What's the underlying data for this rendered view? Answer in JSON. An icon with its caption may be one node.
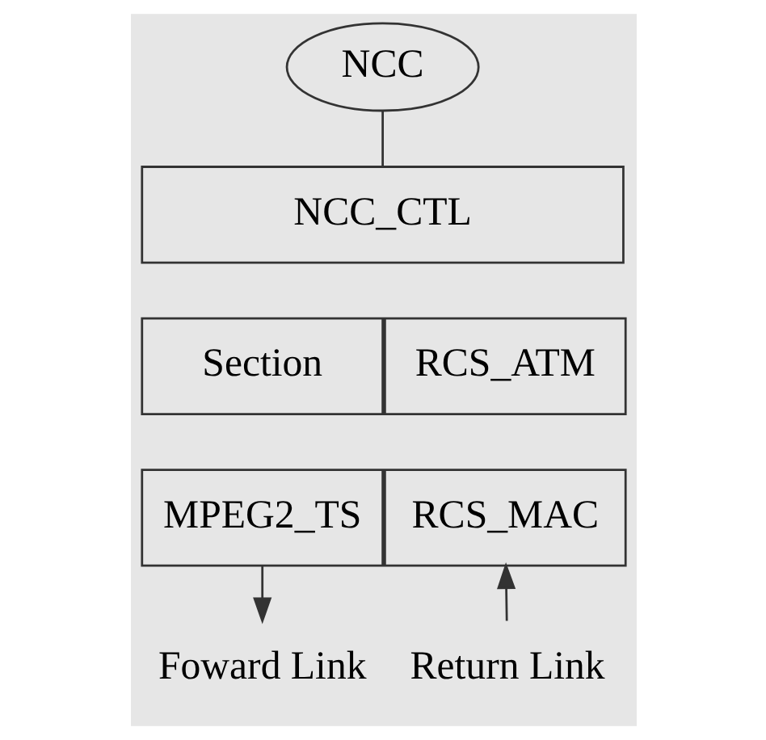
{
  "diagram": {
    "nodes": [
      {
        "text": [
          "NCC"
        ]
      },
      {
        "text": [
          "NCC_CTL"
        ]
      },
      {
        "text": [
          "Section"
        ]
      },
      {
        "text": [
          "RCS_ATM"
        ]
      },
      {
        "text": [
          "MPEG2_TS"
        ]
      },
      {
        "text": [
          "RCS_MAC"
        ]
      },
      {
        "text": [
          "Foward Link"
        ]
      },
      {
        "text": [
          "Return Link"
        ]
      }
    ],
    "edges": [
      {
        "from": 0,
        "to": 1,
        "arrow": "none"
      },
      {
        "from": 4,
        "to": 6,
        "arrow": "to"
      },
      {
        "from": 7,
        "to": 5,
        "arrow": "to"
      }
    ]
  }
}
